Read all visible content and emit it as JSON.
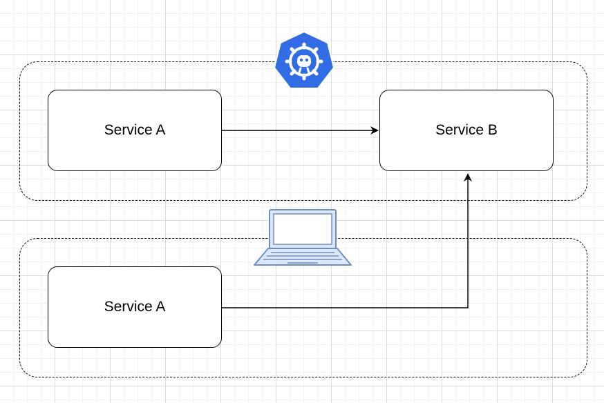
{
  "diagram": {
    "groups": [
      {
        "id": "cluster",
        "style": "dashed"
      },
      {
        "id": "local",
        "style": "dashed"
      }
    ],
    "nodes": {
      "cluster_service_a": {
        "label": "Service A"
      },
      "cluster_service_b": {
        "label": "Service B"
      },
      "local_service_a": {
        "label": "Service A"
      }
    },
    "edges": [
      {
        "from": "cluster_service_a",
        "to": "cluster_service_b"
      },
      {
        "from": "local_service_a",
        "to": "cluster_service_b"
      }
    ],
    "icons": {
      "cluster": "kubernetes-icon",
      "local": "laptop-icon"
    },
    "colors": {
      "kubernetes_blue": "#326ce5",
      "laptop_stroke": "#6c8ebf",
      "laptop_fill": "#dae8fc",
      "line": "#000000"
    }
  }
}
